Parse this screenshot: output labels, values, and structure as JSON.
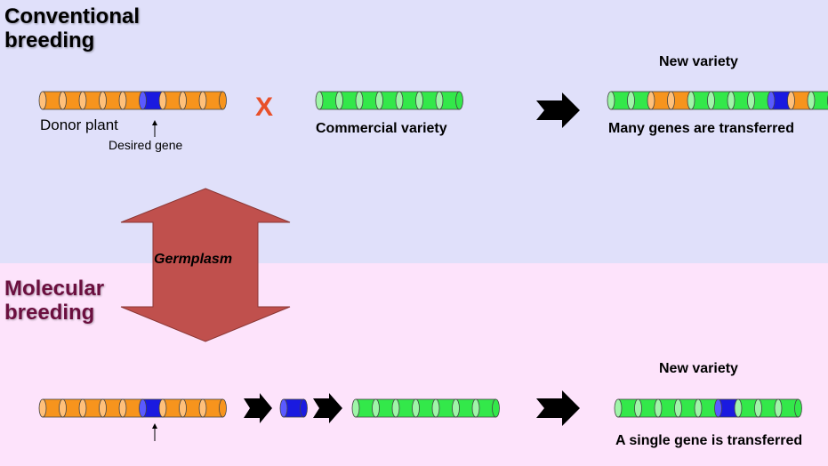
{
  "sections": {
    "conventional": {
      "title_line1": "Conventional",
      "title_line2": "breeding",
      "donor_label": "Donor plant",
      "desired_gene_label": "Desired gene",
      "cross_symbol": "X",
      "commercial_label": "Commercial variety",
      "new_variety_label": "New variety",
      "result_label": "Many genes are transferred",
      "donor_sequence": [
        "o",
        "o",
        "o",
        "o",
        "o",
        "b",
        "o",
        "o",
        "o"
      ],
      "commercial_sequence": [
        "g",
        "g",
        "g",
        "g",
        "g",
        "g",
        "g"
      ],
      "result_sequence": [
        "g",
        "g",
        "o",
        "o",
        "g",
        "g",
        "g",
        "g",
        "b",
        "o",
        "g"
      ]
    },
    "molecular": {
      "title_line1": "Molecular",
      "title_line2": "breeding",
      "new_variety_label": "New variety",
      "result_label": "A single gene is transferred",
      "donor_sequence": [
        "o",
        "o",
        "o",
        "o",
        "o",
        "b",
        "o",
        "o",
        "o"
      ],
      "isolated_gene": [
        "b"
      ],
      "commercial_sequence": [
        "g",
        "g",
        "g",
        "g",
        "g",
        "g",
        "g"
      ],
      "result_sequence": [
        "g",
        "g",
        "g",
        "g",
        "g",
        "b",
        "g",
        "g",
        "g"
      ]
    }
  },
  "germplasm_label": "Germplasm",
  "colors": {
    "orange": "#f7941d",
    "green": "#33e84a",
    "blue": "#1a1ae0",
    "arrow": "#c0504d",
    "cross": "#e8502a",
    "top_bg": "#e0e0fa",
    "bottom_bg": "#fde3fb",
    "molecular_title": "#6b0f3f"
  }
}
